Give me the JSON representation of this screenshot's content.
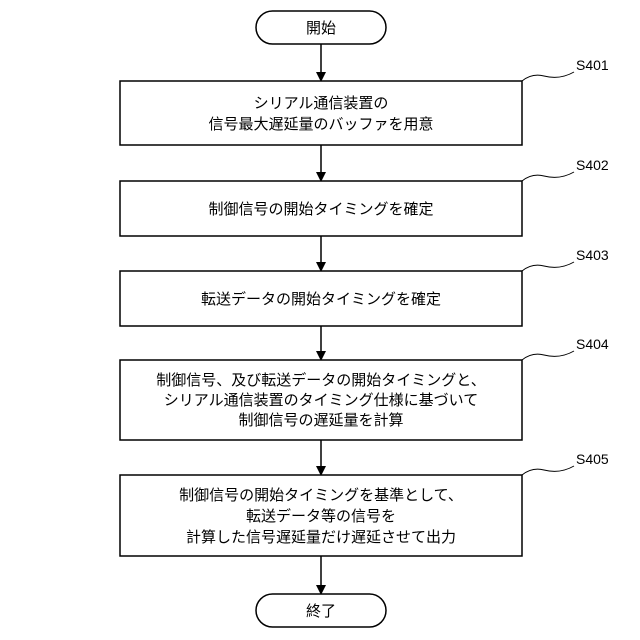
{
  "flowchart": {
    "start": "開始",
    "end": "終了",
    "steps": [
      {
        "id": "S401",
        "lines": [
          "シリアル通信装置の",
          "信号最大遅延量のバッファを用意"
        ]
      },
      {
        "id": "S402",
        "lines": [
          "制御信号の開始タイミングを確定"
        ]
      },
      {
        "id": "S403",
        "lines": [
          "転送データの開始タイミングを確定"
        ]
      },
      {
        "id": "S404",
        "lines": [
          "制御信号、及び転送データの開始タイミングと、",
          "シリアル通信装置のタイミング仕様に基づいて",
          "制御信号の遅延量を計算"
        ]
      },
      {
        "id": "S405",
        "lines": [
          "制御信号の開始タイミングを基準として、",
          "転送データ等の信号を",
          "計算した信号遅延量だけ遅延させて出力"
        ]
      }
    ]
  }
}
